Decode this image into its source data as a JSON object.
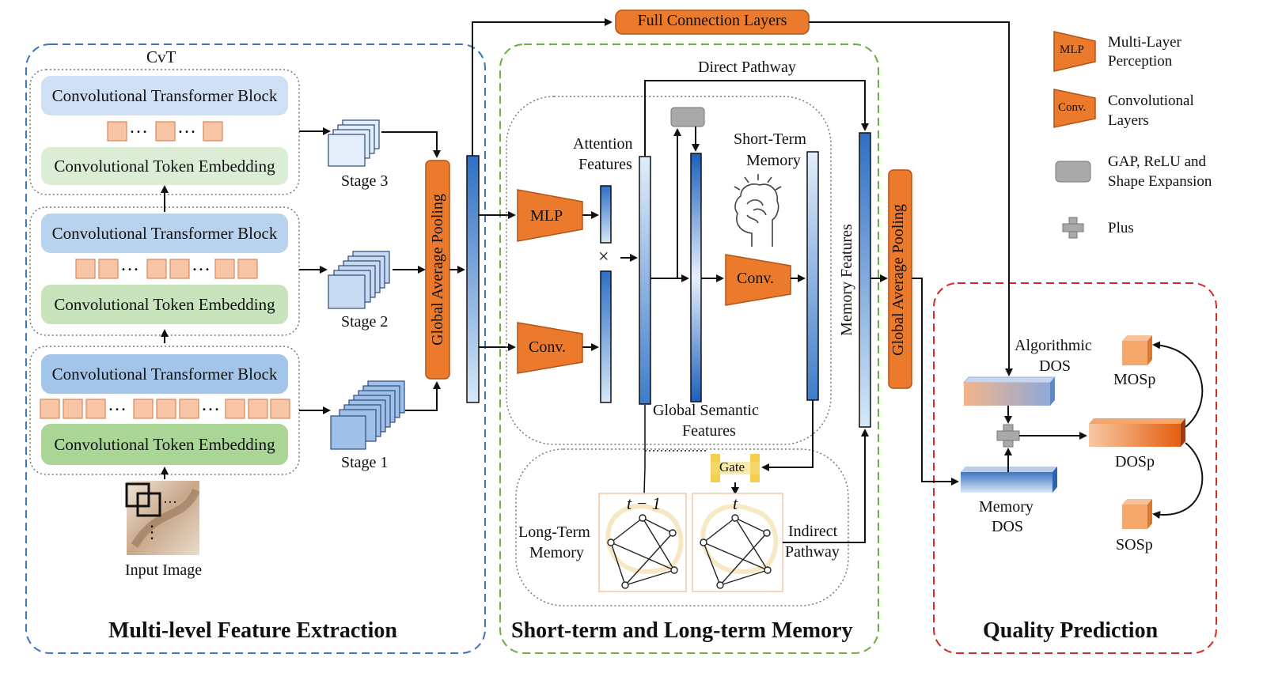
{
  "extraction": {
    "title": "Multi-level Feature Extraction",
    "cvt_label": "CvT",
    "block_top": "Convolutional Transformer Block",
    "block_bottom": "Convolutional Token Embedding",
    "stage3": "Stage 3",
    "stage2": "Stage 2",
    "stage1": "Stage 1",
    "input_label": "Input Image",
    "gap_label": "Global Average Pooling",
    "dots": "…",
    "vdots": "⋮"
  },
  "top": {
    "fc_label": "Full Connection Layers"
  },
  "memory": {
    "title": "Short-term and Long-term Memory",
    "direct": "Direct Pathway",
    "attention": [
      "Attention",
      "Features"
    ],
    "mlp": "MLP",
    "conv": "Conv.",
    "times": "×",
    "short_term": [
      "Short-Term",
      "Memory"
    ],
    "conv2": "Conv.",
    "global_semantic": [
      "Global Semantic",
      "Features"
    ],
    "memory_features": "Memory Features",
    "gap_label": "Global Average Pooling",
    "gate": "Gate",
    "t_prev": "t − 1",
    "t_cur": "t",
    "long_term": [
      "Long-Term",
      "Memory"
    ],
    "indirect": [
      "Indirect",
      "Pathway"
    ]
  },
  "quality": {
    "title": "Quality Prediction",
    "algorithmic": [
      "Algorithmic",
      "DOS"
    ],
    "memory_dos": [
      "Memory",
      "DOS"
    ],
    "mosp": "MOSp",
    "dosp": "DOSp",
    "sosp": "SOSp"
  },
  "legend": {
    "mlp_icon": "MLP",
    "mlp_text": [
      "Multi-Layer",
      "Perception"
    ],
    "conv_icon": "Conv.",
    "conv_text": [
      "Convolutional",
      "Layers"
    ],
    "gap_text": [
      "GAP, ReLU and",
      "Shape Expansion"
    ],
    "plus_text": "Plus"
  },
  "colors": {
    "orange": "#ec7a2c",
    "blue_dashed": "#3f74c2",
    "green_dashed": "#6fae46",
    "red_dashed": "#d32a2a"
  }
}
